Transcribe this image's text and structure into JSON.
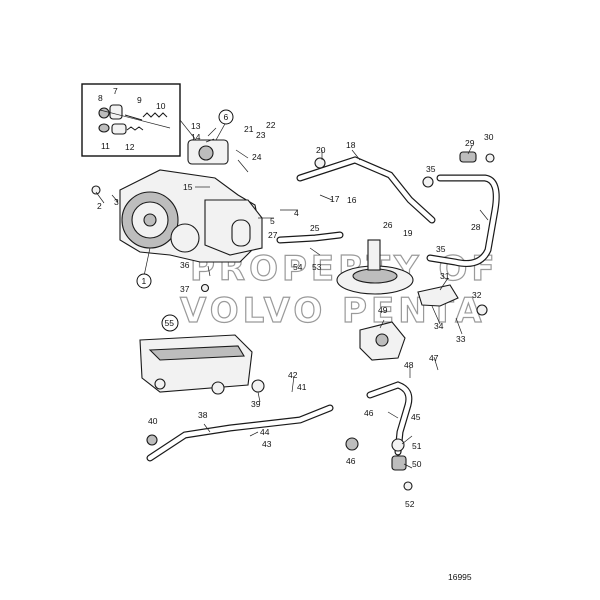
{
  "diagram": {
    "drawing_number": "16995",
    "watermark": [
      "PROPERTY OF",
      "VOLVO PENTA"
    ],
    "callouts": [
      "1",
      "2",
      "3",
      "4",
      "5",
      "6",
      "7",
      "8",
      "9",
      "10",
      "11",
      "12",
      "13",
      "14",
      "15",
      "16",
      "17",
      "18",
      "19",
      "20",
      "21",
      "22",
      "23",
      "24",
      "25",
      "26",
      "27",
      "28",
      "29",
      "30",
      "31",
      "32",
      "33",
      "34",
      "35",
      "35",
      "36",
      "37",
      "38",
      "39",
      "40",
      "41",
      "42",
      "43",
      "44",
      "45",
      "46",
      "46",
      "47",
      "48",
      "49",
      "50",
      "51",
      "52",
      "53",
      "54",
      "55"
    ],
    "circled_callouts": [
      "1",
      "6",
      "55"
    ]
  }
}
